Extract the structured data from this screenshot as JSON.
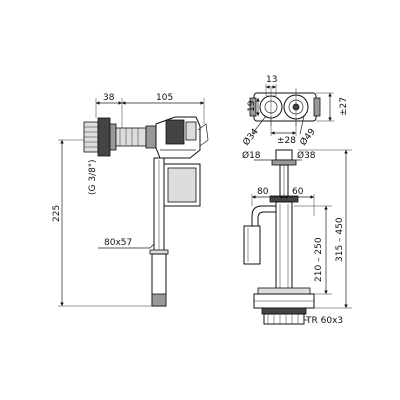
{
  "fill_valve": {
    "dim_38": "38",
    "dim_105": "105",
    "dim_thread": "(G 3/8\")",
    "dim_225": "225",
    "dim_80x57": "80x57"
  },
  "top_view": {
    "dim_13": "13",
    "dim_19": "19",
    "dim_28": "±28",
    "dim_27": "±27",
    "dim_34": "Ø34",
    "dim_49": "Ø49"
  },
  "flush_valve": {
    "dim_18": "Ø18",
    "dim_38": "Ø38",
    "dim_80": "80",
    "dim_60": "60",
    "dim_210_250": "210 – 250",
    "dim_315_450": "315 – 450",
    "dim_tr": "TR 60x3"
  }
}
